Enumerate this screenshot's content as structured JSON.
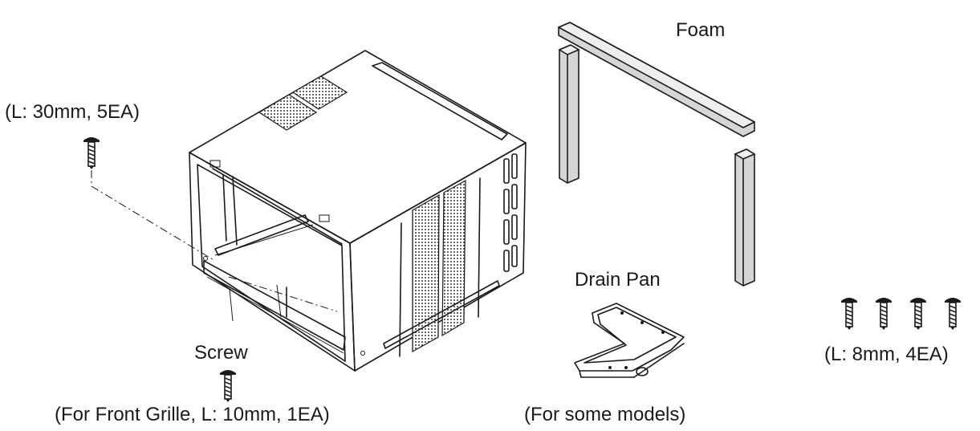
{
  "labels": {
    "screw_top": "(L: 30mm, 5EA)",
    "screw_caption": "Screw",
    "screw_front": "(For Front Grille, L: 10mm, 1EA)",
    "foam": "Foam",
    "drain_pan": "Drain Pan",
    "drain_pan_note": "(For some models)",
    "screw_right": "(L: 8mm, 4EA)"
  },
  "icons": {
    "cabinet": "cabinet-illustration",
    "foam": "foam-strips-illustration",
    "drain_pan": "drain-pan-illustration",
    "screw": "screw-icon"
  }
}
